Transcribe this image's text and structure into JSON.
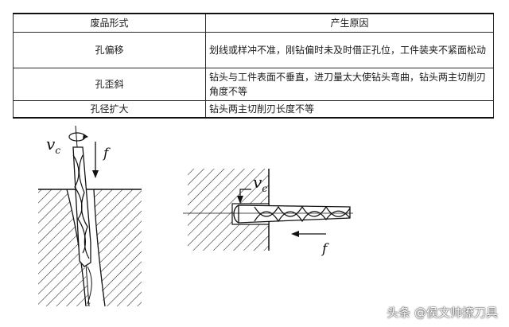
{
  "table": {
    "headers": [
      "废品形式",
      "产生原因"
    ],
    "rows": [
      {
        "form": "孔偏移",
        "cause": "划线或样冲不准，刚钻偏时未及时借正孔位，工件装夹不紧面松动"
      },
      {
        "form": "孔歪斜",
        "cause": "钻头与工件表面不垂直，进刀量太大使钻头弯曲，钻头两主切削刃角度不等"
      },
      {
        "form": "孔径扩大",
        "cause": "钻头两主切削刃长度不等"
      }
    ]
  },
  "figure": {
    "left_label_vc": "v",
    "left_label_vc_sub": "c",
    "left_label_f": "f",
    "right_label_vc": "v",
    "right_label_vc_sub": "c",
    "right_label_f": "f"
  },
  "watermark": "头条 @侯文帅撩刀具"
}
